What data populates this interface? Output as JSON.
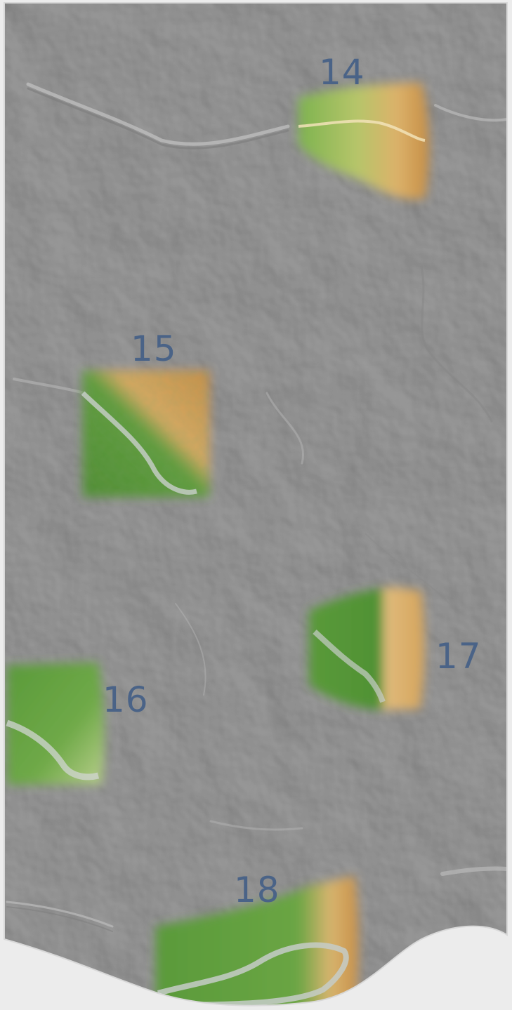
{
  "map": {
    "style": "grayscale shaded-relief terrain with colored elevation insets",
    "colors": {
      "background": "#ececec",
      "terrain_gray": "#9a9a9a",
      "label": "#4a6387",
      "lowland_green": "#5e9a3c",
      "upland_tan": "#d9ab67",
      "water_gray": "#c9cfcc"
    },
    "sites": [
      {
        "id": "site-14",
        "label": "14"
      },
      {
        "id": "site-15",
        "label": "15"
      },
      {
        "id": "site-16",
        "label": "16"
      },
      {
        "id": "site-17",
        "label": "17"
      },
      {
        "id": "site-18",
        "label": "18"
      }
    ]
  }
}
